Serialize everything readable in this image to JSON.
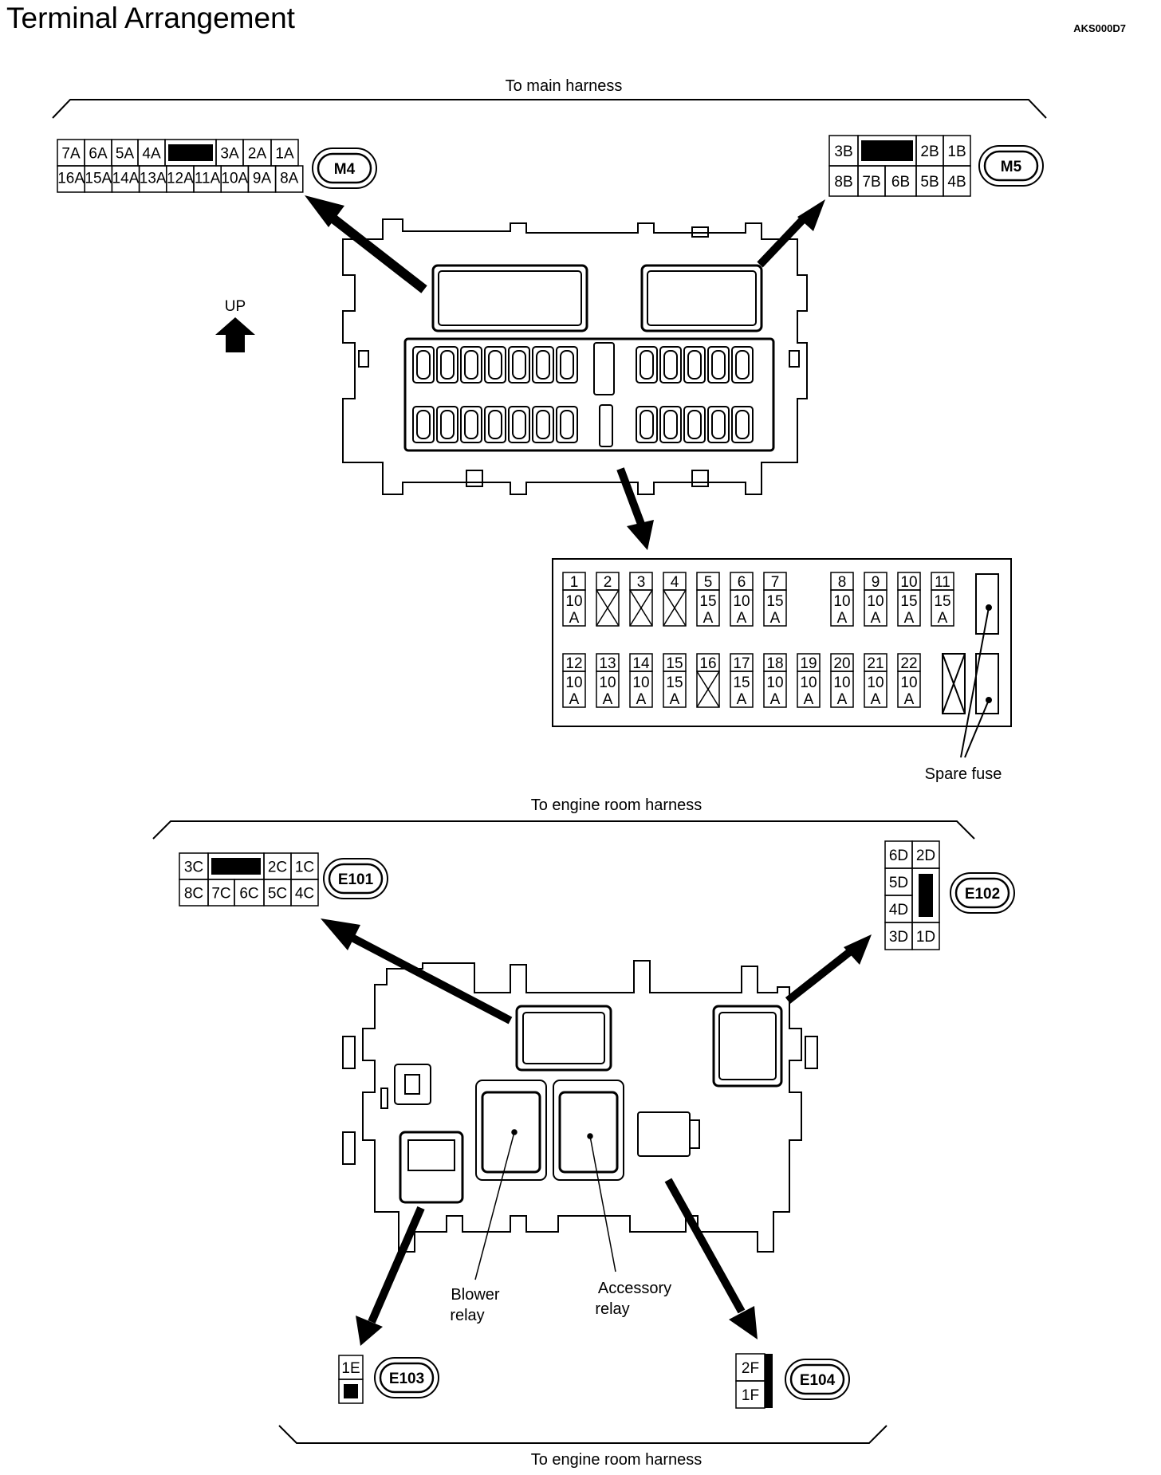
{
  "title": "Terminal Arrangement",
  "doc_code": "AKS000D7",
  "labels": {
    "main_harness": "To main harness",
    "engine_harness_top": "To engine room harness",
    "engine_harness_bottom": "To engine room harness",
    "up": "UP",
    "spare_fuse": "Spare fuse",
    "blower_relay_1": "Blower",
    "blower_relay_2": "relay",
    "accessory_relay_1": "Accessory",
    "accessory_relay_2": "relay"
  },
  "connectors": {
    "M4": {
      "id": "M4",
      "row1": [
        "7A",
        "6A",
        "5A",
        "4A",
        "",
        "3A",
        "2A",
        "1A"
      ],
      "row2": [
        "16A",
        "15A",
        "14A",
        "13A",
        "12A",
        "11A",
        "10A",
        "9A",
        "8A"
      ]
    },
    "M5": {
      "id": "M5",
      "row1": [
        "3B",
        "",
        "2B",
        "1B"
      ],
      "row2": [
        "8B",
        "7B",
        "6B",
        "5B",
        "4B"
      ]
    },
    "E101": {
      "id": "E101",
      "row1": [
        "3C",
        "",
        "2C",
        "1C"
      ],
      "row2": [
        "8C",
        "7C",
        "6C",
        "5C",
        "4C"
      ]
    },
    "E102": {
      "id": "E102",
      "col1": [
        "6D",
        "5D",
        "4D",
        "3D"
      ],
      "col2": [
        "2D",
        "",
        "",
        "1D"
      ]
    },
    "E103": {
      "id": "E103",
      "terminals": [
        "1E"
      ]
    },
    "E104": {
      "id": "E104",
      "terminals": [
        "2F",
        "1F"
      ]
    }
  },
  "fuses": {
    "row1": [
      {
        "num": "1",
        "amp": "10",
        "unit": "A"
      },
      {
        "num": "2",
        "amp": "",
        "unit": ""
      },
      {
        "num": "3",
        "amp": "",
        "unit": ""
      },
      {
        "num": "4",
        "amp": "",
        "unit": ""
      },
      {
        "num": "5",
        "amp": "15",
        "unit": "A"
      },
      {
        "num": "6",
        "amp": "10",
        "unit": "A"
      },
      {
        "num": "7",
        "amp": "15",
        "unit": "A"
      },
      {
        "num": "8",
        "amp": "10",
        "unit": "A"
      },
      {
        "num": "9",
        "amp": "10",
        "unit": "A"
      },
      {
        "num": "10",
        "amp": "15",
        "unit": "A"
      },
      {
        "num": "11",
        "amp": "15",
        "unit": "A"
      }
    ],
    "row2": [
      {
        "num": "12",
        "amp": "10",
        "unit": "A"
      },
      {
        "num": "13",
        "amp": "10",
        "unit": "A"
      },
      {
        "num": "14",
        "amp": "10",
        "unit": "A"
      },
      {
        "num": "15",
        "amp": "15",
        "unit": "A"
      },
      {
        "num": "16",
        "amp": "",
        "unit": ""
      },
      {
        "num": "17",
        "amp": "15",
        "unit": "A"
      },
      {
        "num": "18",
        "amp": "10",
        "unit": "A"
      },
      {
        "num": "19",
        "amp": "10",
        "unit": "A"
      },
      {
        "num": "20",
        "amp": "10",
        "unit": "A"
      },
      {
        "num": "21",
        "amp": "10",
        "unit": "A"
      },
      {
        "num": "22",
        "amp": "10",
        "unit": "A"
      }
    ]
  }
}
